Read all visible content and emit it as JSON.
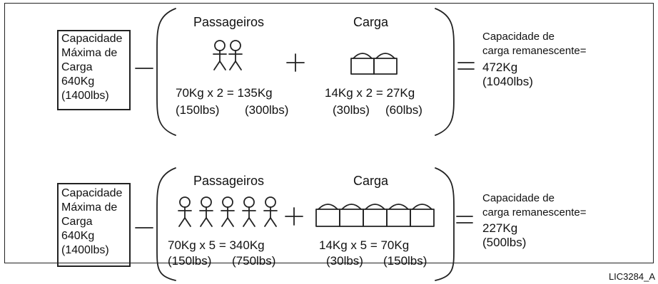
{
  "footer_code": "LIC3284_A",
  "examples": [
    {
      "capacity_box": [
        "Capacidade",
        "Máxima de",
        "Carga",
        "640Kg",
        "(1400lbs)"
      ],
      "passengers_label": "Passageiros",
      "passenger_count": 2,
      "passengers_kg": "70Kg x 2 = 135Kg",
      "passengers_lbs_each": "(150lbs)",
      "passengers_lbs_total": "(300lbs)",
      "cargo_label": "Carga",
      "cargo_count": 2,
      "cargo_kg": "14Kg x 2 = 27Kg",
      "cargo_lbs_each": "(30lbs)",
      "cargo_lbs_total": "(60lbs)",
      "result_line1": "Capacidade de",
      "result_line2": "carga remanescente=",
      "result_kg": "472Kg",
      "result_lbs": "(1040lbs)"
    },
    {
      "capacity_box": [
        "Capacidade",
        "Máxima de",
        "Carga",
        "640Kg",
        "(1400lbs)"
      ],
      "passengers_label": "Passageiros",
      "passenger_count": 5,
      "passengers_kg": "70Kg x 5 = 340Kg",
      "passengers_lbs_each": "(150lbs)",
      "passengers_lbs_total": "(750lbs)",
      "cargo_label": "Carga",
      "cargo_count": 5,
      "cargo_kg": "14Kg x 5 = 70Kg",
      "cargo_lbs_each": "(30lbs)",
      "cargo_lbs_total": "(150lbs)",
      "result_line1": "Capacidade de",
      "result_line2": "carga remanescente=",
      "result_kg": "227Kg",
      "result_lbs": "(500lbs)"
    }
  ]
}
